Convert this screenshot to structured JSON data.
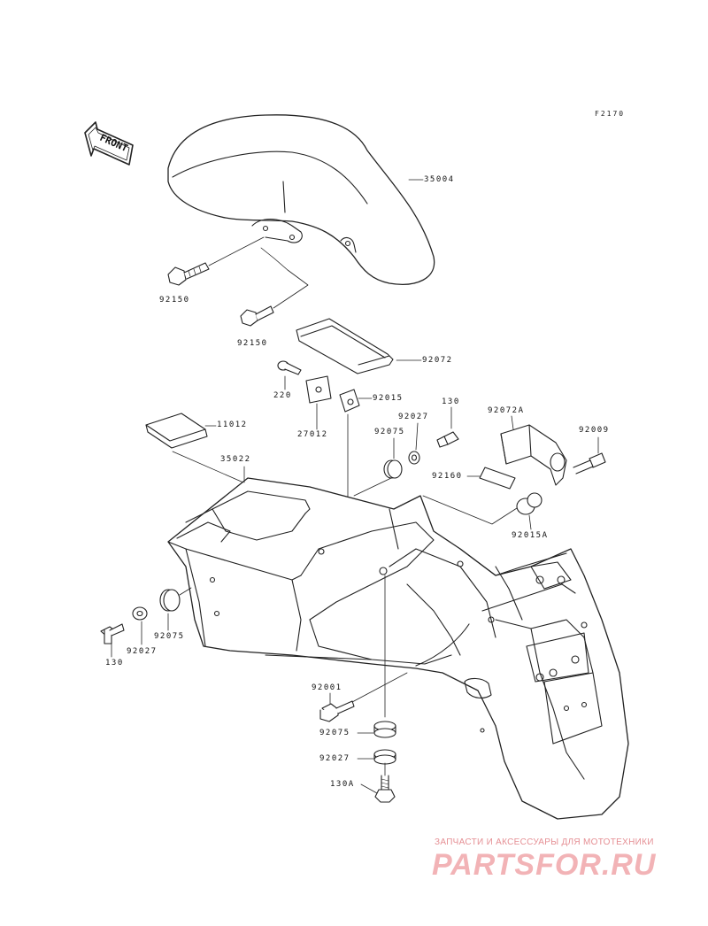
{
  "figure_code": "F2170",
  "front_arrow_label": "FRONT",
  "parts": [
    {
      "id": "35004",
      "label": "35004"
    },
    {
      "id": "92150-a",
      "label": "92150"
    },
    {
      "id": "92150-b",
      "label": "92150"
    },
    {
      "id": "92072",
      "label": "92072"
    },
    {
      "id": "220",
      "label": "220"
    },
    {
      "id": "92015",
      "label": "92015"
    },
    {
      "id": "27012",
      "label": "27012"
    },
    {
      "id": "130-a",
      "label": "130"
    },
    {
      "id": "92027-a",
      "label": "92027"
    },
    {
      "id": "92075-a",
      "label": "92075"
    },
    {
      "id": "92072A",
      "label": "92072A"
    },
    {
      "id": "92009",
      "label": "92009"
    },
    {
      "id": "11012",
      "label": "11012"
    },
    {
      "id": "35022",
      "label": "35022"
    },
    {
      "id": "92160",
      "label": "92160"
    },
    {
      "id": "92015A",
      "label": "92015A"
    },
    {
      "id": "92075-b",
      "label": "92075"
    },
    {
      "id": "92027-b",
      "label": "92027"
    },
    {
      "id": "130-b",
      "label": "130"
    },
    {
      "id": "92001",
      "label": "92001"
    },
    {
      "id": "92075-c",
      "label": "92075"
    },
    {
      "id": "92027-c",
      "label": "92027"
    },
    {
      "id": "130A",
      "label": "130A"
    }
  ],
  "watermark": {
    "subtitle": "ЗАПЧАСТИ И АКСЕССУАРЫ ДЛЯ МОТОТЕХНИКИ",
    "logo": "PARTSFOR.RU"
  }
}
